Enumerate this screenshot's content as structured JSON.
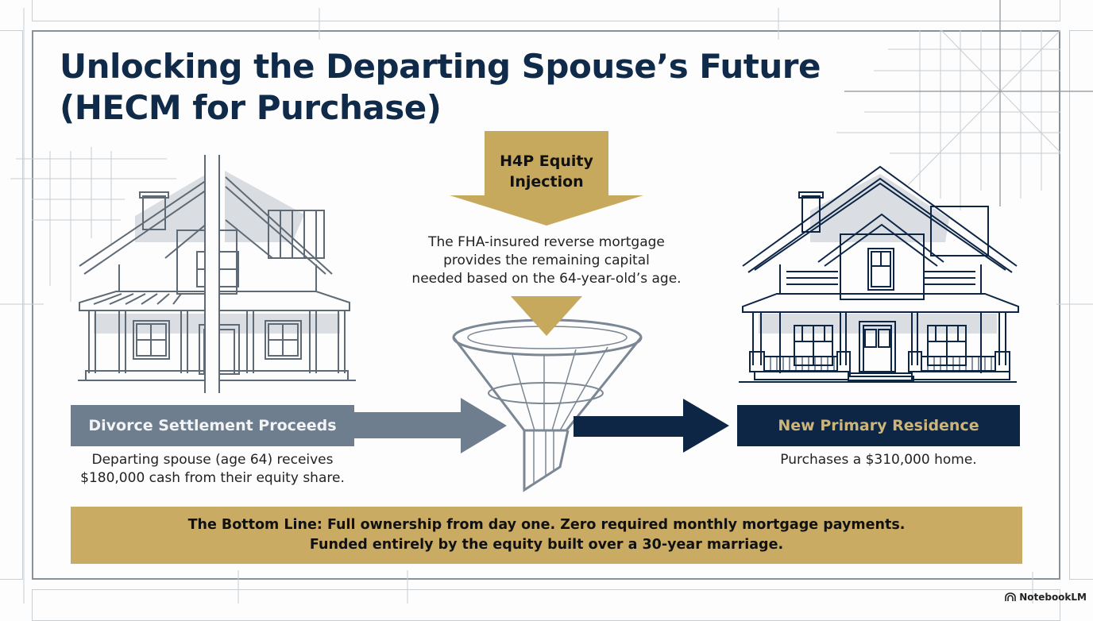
{
  "title": {
    "line1": "Unlocking the Departing Spouse’s Future",
    "line2": "(HECM for Purchase)"
  },
  "injection": {
    "label_line1": "H4P Equity",
    "label_line2": "Injection",
    "description_line1": "The FHA-insured reverse mortgage",
    "description_line2": "provides the remaining capital",
    "description_line3": "needed based on the 64-year-old’s age.",
    "color": "#c7a95e"
  },
  "left": {
    "label": "Divorce Settlement Proceeds",
    "description_line1": "Departing spouse (age 64) receives",
    "description_line2": "$180,000 cash from their equity share.",
    "color": "#6e7e8e",
    "icon": "split-house-icon"
  },
  "center": {
    "icon": "funnel-icon"
  },
  "right": {
    "label": "New Primary Residence",
    "description": "Purchases a $310,000 home.",
    "color": "#0d2646",
    "label_color": "#cdb57a",
    "icon": "house-icon"
  },
  "bottom_line": {
    "line1": "The Bottom Line: Full ownership from day one. Zero required monthly mortgage payments.",
    "line2": "Funded entirely by the equity built over a 30-year marriage.",
    "color": "#c9ab63"
  },
  "brand": {
    "name": "NotebookLM",
    "icon": "notebooklm-logo-icon"
  }
}
